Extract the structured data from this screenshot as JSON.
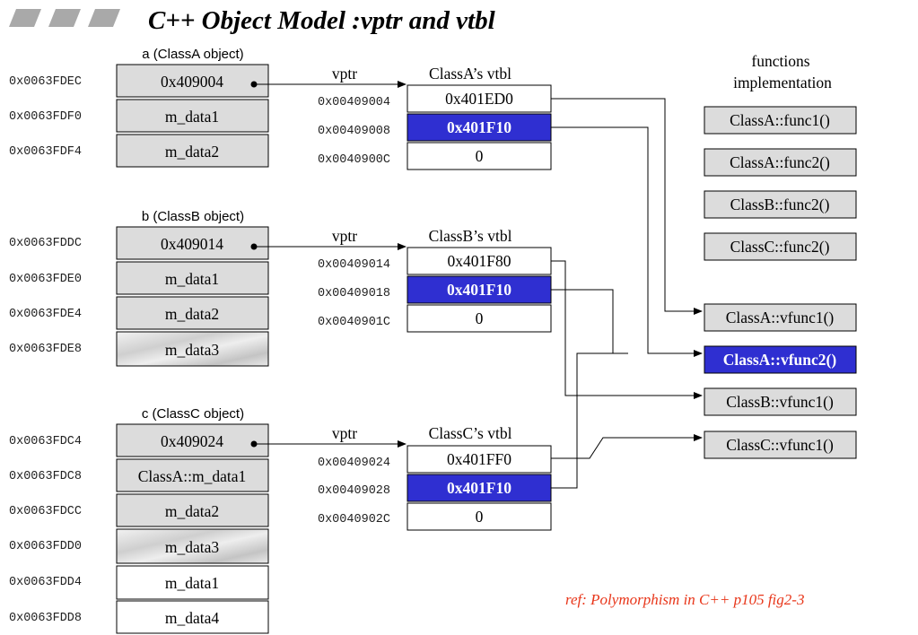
{
  "title": "C++ Object Model :vptr and vtbl",
  "objects": [
    {
      "label": "a (ClassA object)",
      "rows": [
        {
          "addr": "0x0063FDEC",
          "text": "0x409004",
          "style": "gray"
        },
        {
          "addr": "0x0063FDF0",
          "text": "m_data1",
          "style": "gray"
        },
        {
          "addr": "0x0063FDF4",
          "text": "m_data2",
          "style": "gray"
        }
      ]
    },
    {
      "label": "b (ClassB object)",
      "rows": [
        {
          "addr": "0x0063FDDC",
          "text": "0x409014",
          "style": "gray"
        },
        {
          "addr": "0x0063FDE0",
          "text": "m_data1",
          "style": "gray"
        },
        {
          "addr": "0x0063FDE4",
          "text": "m_data2",
          "style": "gray"
        },
        {
          "addr": "0x0063FDE8",
          "text": "m_data3",
          "style": "marble"
        }
      ]
    },
    {
      "label": "c (ClassC object)",
      "rows": [
        {
          "addr": "0x0063FDC4",
          "text": "0x409024",
          "style": "gray"
        },
        {
          "addr": "0x0063FDC8",
          "text": "ClassA::m_data1",
          "style": "gray"
        },
        {
          "addr": "0x0063FDCC",
          "text": "m_data2",
          "style": "gray"
        },
        {
          "addr": "0x0063FDD0",
          "text": "m_data3",
          "style": "marble"
        },
        {
          "addr": "0x0063FDD4",
          "text": "m_data1",
          "style": "white"
        },
        {
          "addr": "0x0063FDD8",
          "text": "m_data4",
          "style": "white"
        }
      ]
    }
  ],
  "vptr_label": "vptr",
  "vtbls": [
    {
      "title": "ClassA’s vtbl",
      "rows": [
        {
          "addr": "0x00409004",
          "text": "0x401ED0",
          "style": "white"
        },
        {
          "addr": "0x00409008",
          "text": "0x401F10",
          "style": "blue"
        },
        {
          "addr": "0x0040900C",
          "text": "0",
          "style": "white"
        }
      ]
    },
    {
      "title": "ClassB’s vtbl",
      "rows": [
        {
          "addr": "0x00409014",
          "text": "0x401F80",
          "style": "white"
        },
        {
          "addr": "0x00409018",
          "text": "0x401F10",
          "style": "blue"
        },
        {
          "addr": "0x0040901C",
          "text": "0",
          "style": "white"
        }
      ]
    },
    {
      "title": "ClassC’s vtbl",
      "rows": [
        {
          "addr": "0x00409024",
          "text": "0x401FF0",
          "style": "white"
        },
        {
          "addr": "0x00409028",
          "text": "0x401F10",
          "style": "blue"
        },
        {
          "addr": "0x0040902C",
          "text": "0",
          "style": "white"
        }
      ]
    }
  ],
  "functions_heading": [
    "functions",
    "implementation"
  ],
  "functions": [
    {
      "text": "ClassA::func1()",
      "style": "gray"
    },
    {
      "text": "ClassA::func2()",
      "style": "gray"
    },
    {
      "text": "ClassB::func2()",
      "style": "gray"
    },
    {
      "text": "ClassC::func2()",
      "style": "gray"
    },
    {
      "text": "ClassA::vfunc1()",
      "style": "gray"
    },
    {
      "text": "ClassA::vfunc2()",
      "style": "blue"
    },
    {
      "text": "ClassB::vfunc1()",
      "style": "gray"
    },
    {
      "text": "ClassC::vfunc1()",
      "style": "gray"
    }
  ],
  "reference": "ref: Polymorphism in C++  p105 fig2-3",
  "colors": {
    "cell_gray": "#dcdcdc",
    "highlight_blue": "#2f2fd1",
    "reference_red": "#e8361a",
    "deco_gray": "#a9a9a9"
  }
}
